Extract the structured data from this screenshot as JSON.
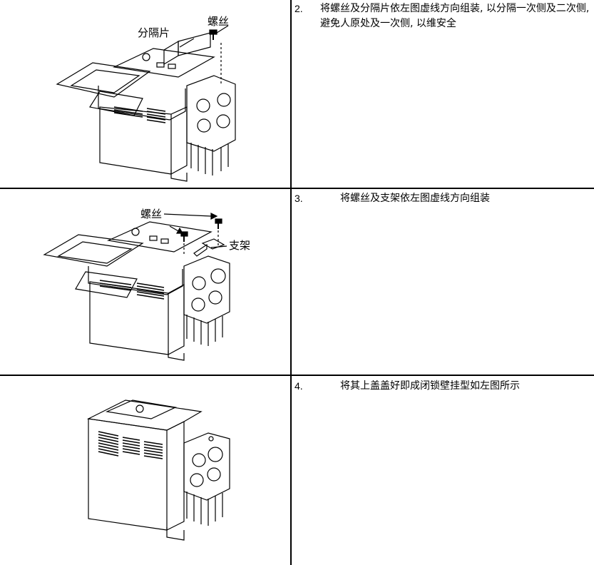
{
  "steps": [
    {
      "number": "2.",
      "text": "将螺丝及分隔片依左图虚线方向组装, 以分隔一次侧及二次侧, 避免人原处及一次侧, 以维安全",
      "labels": {
        "separator": "分隔片",
        "screw": "螺丝"
      }
    },
    {
      "number": "3.",
      "text": "将螺丝及支架依左图虚线方向组装",
      "labels": {
        "screw": "螺丝",
        "bracket": "支架"
      }
    },
    {
      "number": "4.",
      "text": "将其上盖盖好即成闭锁壁挂型如左图所示"
    }
  ]
}
